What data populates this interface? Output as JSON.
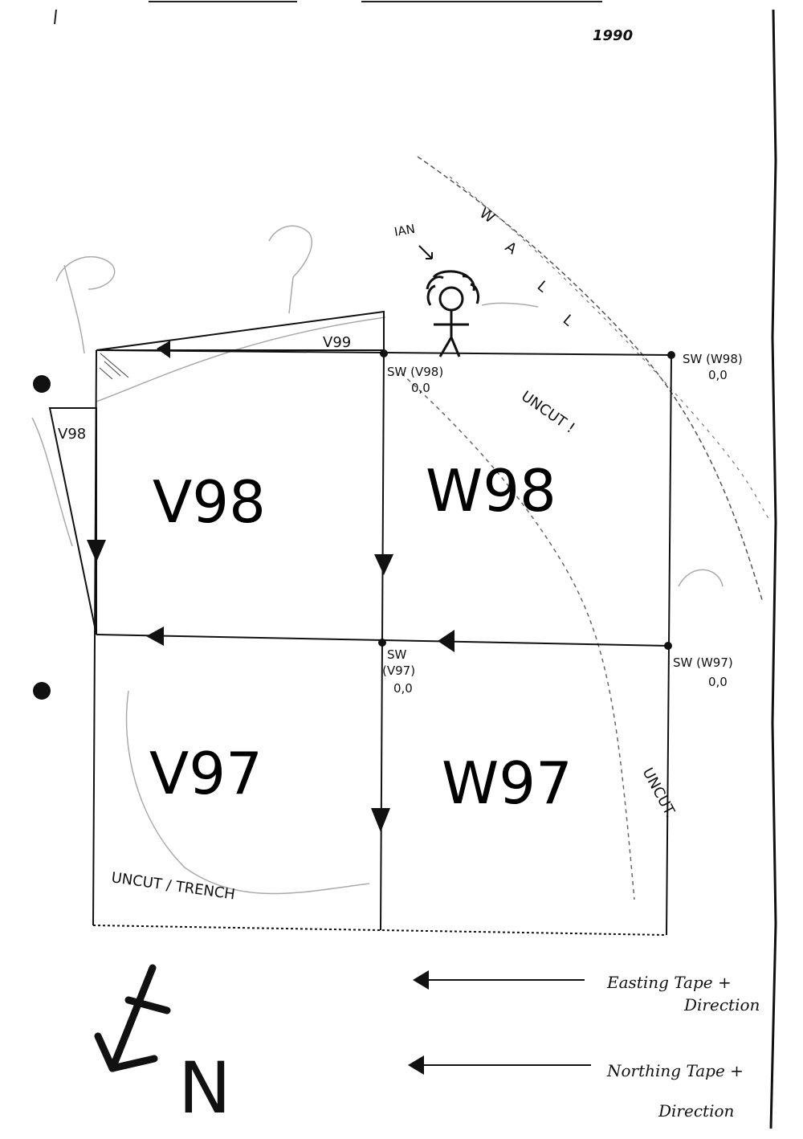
{
  "header": {
    "year": "1990"
  },
  "squares": {
    "v98": "V98",
    "w98": "W98",
    "v97": "V97",
    "w97": "W97"
  },
  "small_labels": {
    "v99": "V99",
    "v98_side": "V98",
    "ian": "IAN",
    "wall": [
      "W",
      "A",
      "L",
      "L"
    ],
    "uncut_top": "UNCUT !",
    "uncut_right": "UNCUT.",
    "uncut_trench": "UNCUT / TRENCH"
  },
  "datum_points": {
    "sw_v98": {
      "label": "SW (V98)",
      "coords": "0,0"
    },
    "sw_w98": {
      "label": "SW (W98)",
      "coords": "0,0"
    },
    "sw_v97_line1": "SW",
    "sw_v97_line2": "(V97)",
    "sw_v97_coords": "0,0",
    "sw_w97": {
      "label": "SW (W97)",
      "coords": "0,0"
    }
  },
  "legend": {
    "easting_line1": "Easting Tape +",
    "easting_line2": "Direction",
    "northing_line1": "Northing Tape +",
    "northing_line2": "Direction"
  },
  "north_arrow": {
    "label": "N"
  },
  "colors": {
    "ink": "#111111",
    "faint": "#9a9a9a",
    "paper": "#ffffff"
  }
}
